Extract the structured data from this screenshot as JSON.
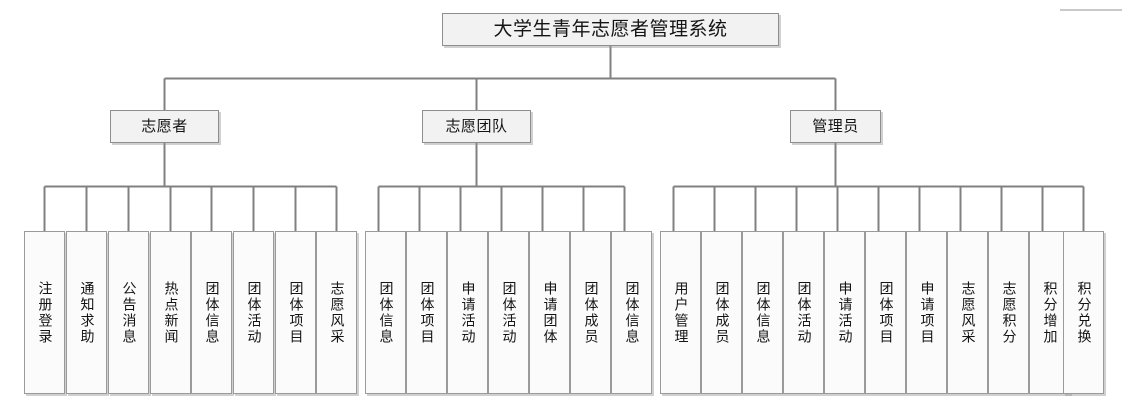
{
  "diagram": {
    "type": "tree",
    "title": "大学生青年志愿者管理系统",
    "root": {
      "label": "大学生青年志愿者管理系统"
    },
    "branches": [
      {
        "id": "volunteer",
        "label": "志愿者",
        "children": [
          {
            "label": "注册登录"
          },
          {
            "label": "通知求助"
          },
          {
            "label": "公告消息"
          },
          {
            "label": "热点新闻"
          },
          {
            "label": "团体信息"
          },
          {
            "label": "团体活动"
          },
          {
            "label": "团体项目"
          },
          {
            "label": "志愿风采"
          }
        ]
      },
      {
        "id": "team",
        "label": "志愿团队",
        "children": [
          {
            "label": "团体信息"
          },
          {
            "label": "团体项目"
          },
          {
            "label": "申请活动"
          },
          {
            "label": "团体活动"
          },
          {
            "label": "申请团体"
          },
          {
            "label": "团体成员"
          },
          {
            "label": "团体信息"
          }
        ]
      },
      {
        "id": "admin",
        "label": "管理员",
        "children": [
          {
            "label": "用户管理"
          },
          {
            "label": "团体成员"
          },
          {
            "label": "团体信息"
          },
          {
            "label": "团体活动"
          },
          {
            "label": "申请活动"
          },
          {
            "label": "团体项目"
          },
          {
            "label": "申请项目"
          },
          {
            "label": "志愿风采"
          },
          {
            "label": "志愿积分"
          },
          {
            "label": "积分增加"
          },
          {
            "label": "积分兑换"
          }
        ]
      }
    ],
    "style": {
      "line_color": "#808080",
      "box_fill": "#fbfbfb",
      "box_border": "#9a9a9a",
      "header_fill": "#f2f2f2",
      "text_color": "#141414",
      "background": "#ffffff"
    }
  }
}
